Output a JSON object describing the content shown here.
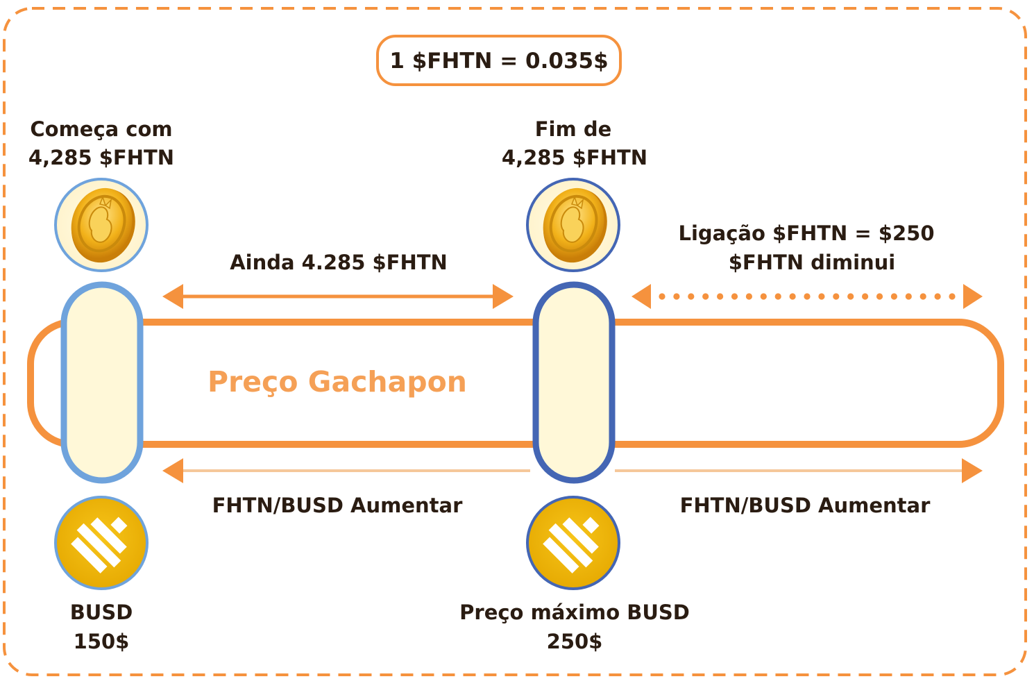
{
  "rate": {
    "text": "1 $FHTN = 0.035$"
  },
  "left_top_label": {
    "line1": "Começa com",
    "line2": "4,285 $FHTN"
  },
  "mid_top_label": {
    "line1": "Fim de",
    "line2": "4,285 $FHTN"
  },
  "right_top_label": {
    "line1": "Ligação $FHTN = $250",
    "line2": "$FHTN diminui"
  },
  "middle_arrow_label": "Ainda 4.285 $FHTN",
  "bar_title": "Preço Gachapon",
  "bottom_left_arrow_label": "FHTN/BUSD Aumentar",
  "bottom_right_arrow_label": "FHTN/BUSD Aumentar",
  "left_bottom_label": {
    "line1": "BUSD",
    "line2": "150$"
  },
  "mid_bottom_label": {
    "line1": "Preço máximo BUSD",
    "line2": "250$"
  },
  "icons": {
    "coin": "fhtn-coin-icon",
    "busd": "busd-coin-icon"
  },
  "colors": {
    "orange": "#f5923e",
    "light_blue": "#6fa3dc",
    "dark_blue": "#4466b4",
    "pill_fill": "#fff8d8",
    "coin_gold": "#f0b400",
    "text": "#2a1c12"
  }
}
